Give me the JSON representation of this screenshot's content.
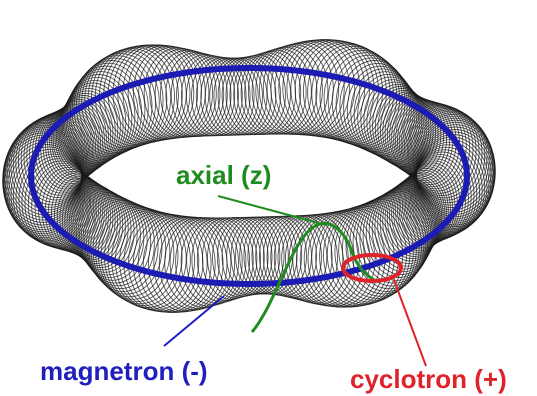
{
  "labels": {
    "axial": "axial (z)",
    "magnetron": "magnetron (-)",
    "cyclotron": "cyclotron (+)"
  },
  "colors": {
    "axial": "#1e8c1e",
    "magnetron": "#1f1fbf",
    "cyclotron": "#e0222a",
    "coil": "#1a1a1a",
    "orbit": "#1c1cb4"
  }
}
